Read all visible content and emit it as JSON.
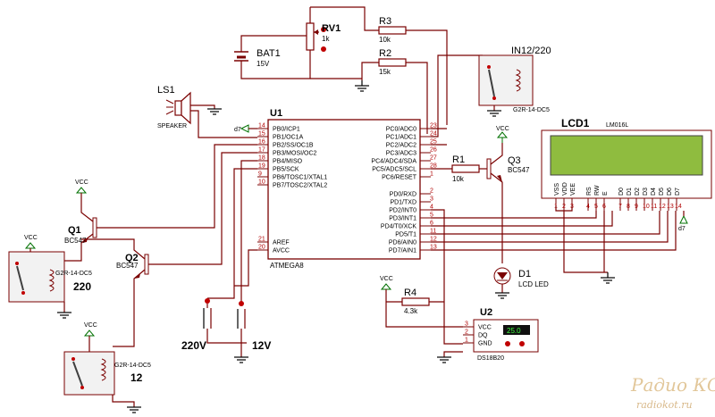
{
  "components": {
    "u1": {
      "ref": "U1",
      "part": "ATMEGA8"
    },
    "bat1": {
      "ref": "BAT1",
      "value": "15V"
    },
    "rv1": {
      "ref": "RV1",
      "value": "1k"
    },
    "r1": {
      "ref": "R1",
      "value": "10k"
    },
    "r2": {
      "ref": "R2",
      "value": "15k"
    },
    "r3": {
      "ref": "R3",
      "value": "10k"
    },
    "r4": {
      "ref": "R4",
      "value": "4.3k"
    },
    "ls1": {
      "ref": "LS1",
      "label": "SPEAKER"
    },
    "q1": {
      "ref": "Q1",
      "part": "BC547"
    },
    "q2": {
      "ref": "Q2",
      "part": "BC547"
    },
    "q3": {
      "ref": "Q3",
      "part": "BC547"
    },
    "d1": {
      "ref": "D1",
      "label": "LCD LED"
    },
    "u2": {
      "ref": "U2",
      "part": "DS18B20",
      "display": "25.0",
      "pins": [
        "VCC",
        "DQ",
        "GND"
      ],
      "pin_numbers": [
        "3",
        "2",
        "1"
      ]
    },
    "lcd1": {
      "ref": "LCD1",
      "part": "LM016L",
      "pins": [
        "VSS",
        "VDD",
        "VEE",
        "RS",
        "RW",
        "E",
        "D0",
        "D1",
        "D2",
        "D3",
        "D4",
        "D5",
        "D6",
        "D7"
      ],
      "pin_numbers": [
        "1",
        "2",
        "3",
        "4",
        "5",
        "6",
        "7",
        "8",
        "9",
        "10",
        "11",
        "12",
        "13",
        "14"
      ]
    },
    "relay_in": {
      "ref": "IN12/220",
      "part": "G2R-14-DC5"
    },
    "relay_220": {
      "part": "G2R-14-DC5",
      "label": "220"
    },
    "relay_12": {
      "part": "G2R-14-DC5",
      "label": "12"
    }
  },
  "u1_left_pins": [
    {
      "num": "14",
      "name": "PB0/ICP1"
    },
    {
      "num": "15",
      "name": "PB1/OC1A"
    },
    {
      "num": "16",
      "name": "PB2/SS/OC1B"
    },
    {
      "num": "17",
      "name": "PB3/MOSI/OC2"
    },
    {
      "num": "18",
      "name": "PB4/MISO"
    },
    {
      "num": "19",
      "name": "PB5/SCK"
    },
    {
      "num": "9",
      "name": "PB6/TOSC1/XTAL1"
    },
    {
      "num": "10",
      "name": "PB7/TOSC2/XTAL2"
    }
  ],
  "u1_left_bottom_pins": [
    {
      "num": "21",
      "name": "AREF"
    },
    {
      "num": "20",
      "name": "AVCC"
    }
  ],
  "u1_right_pins": [
    {
      "num": "23",
      "name": "PC0/ADC0"
    },
    {
      "num": "24",
      "name": "PC1/ADC1"
    },
    {
      "num": "25",
      "name": "PC2/ADC2"
    },
    {
      "num": "26",
      "name": "PC3/ADC3"
    },
    {
      "num": "27",
      "name": "PC4/ADC4/SDA"
    },
    {
      "num": "28",
      "name": "PC5/ADC5/SCL"
    },
    {
      "num": "1",
      "name": "PC6/RESET"
    }
  ],
  "u1_right_bottom_pins": [
    {
      "num": "2",
      "name": "PD0/RXD"
    },
    {
      "num": "3",
      "name": "PD1/TXD"
    },
    {
      "num": "4",
      "name": "PD2/INT0"
    },
    {
      "num": "5",
      "name": "PD3/INT1"
    },
    {
      "num": "6",
      "name": "PD4/T0/XCK"
    },
    {
      "num": "11",
      "name": "PD5/T1"
    },
    {
      "num": "12",
      "name": "PD6/AIN0"
    },
    {
      "num": "13",
      "name": "PD7/AIN1"
    }
  ],
  "labels": {
    "vcc": "VCC",
    "d7": "d7",
    "button_220": "220V",
    "button_12": "12V"
  },
  "watermark": {
    "line1": "Радио КОТ",
    "line2": "radiokot.ru"
  }
}
